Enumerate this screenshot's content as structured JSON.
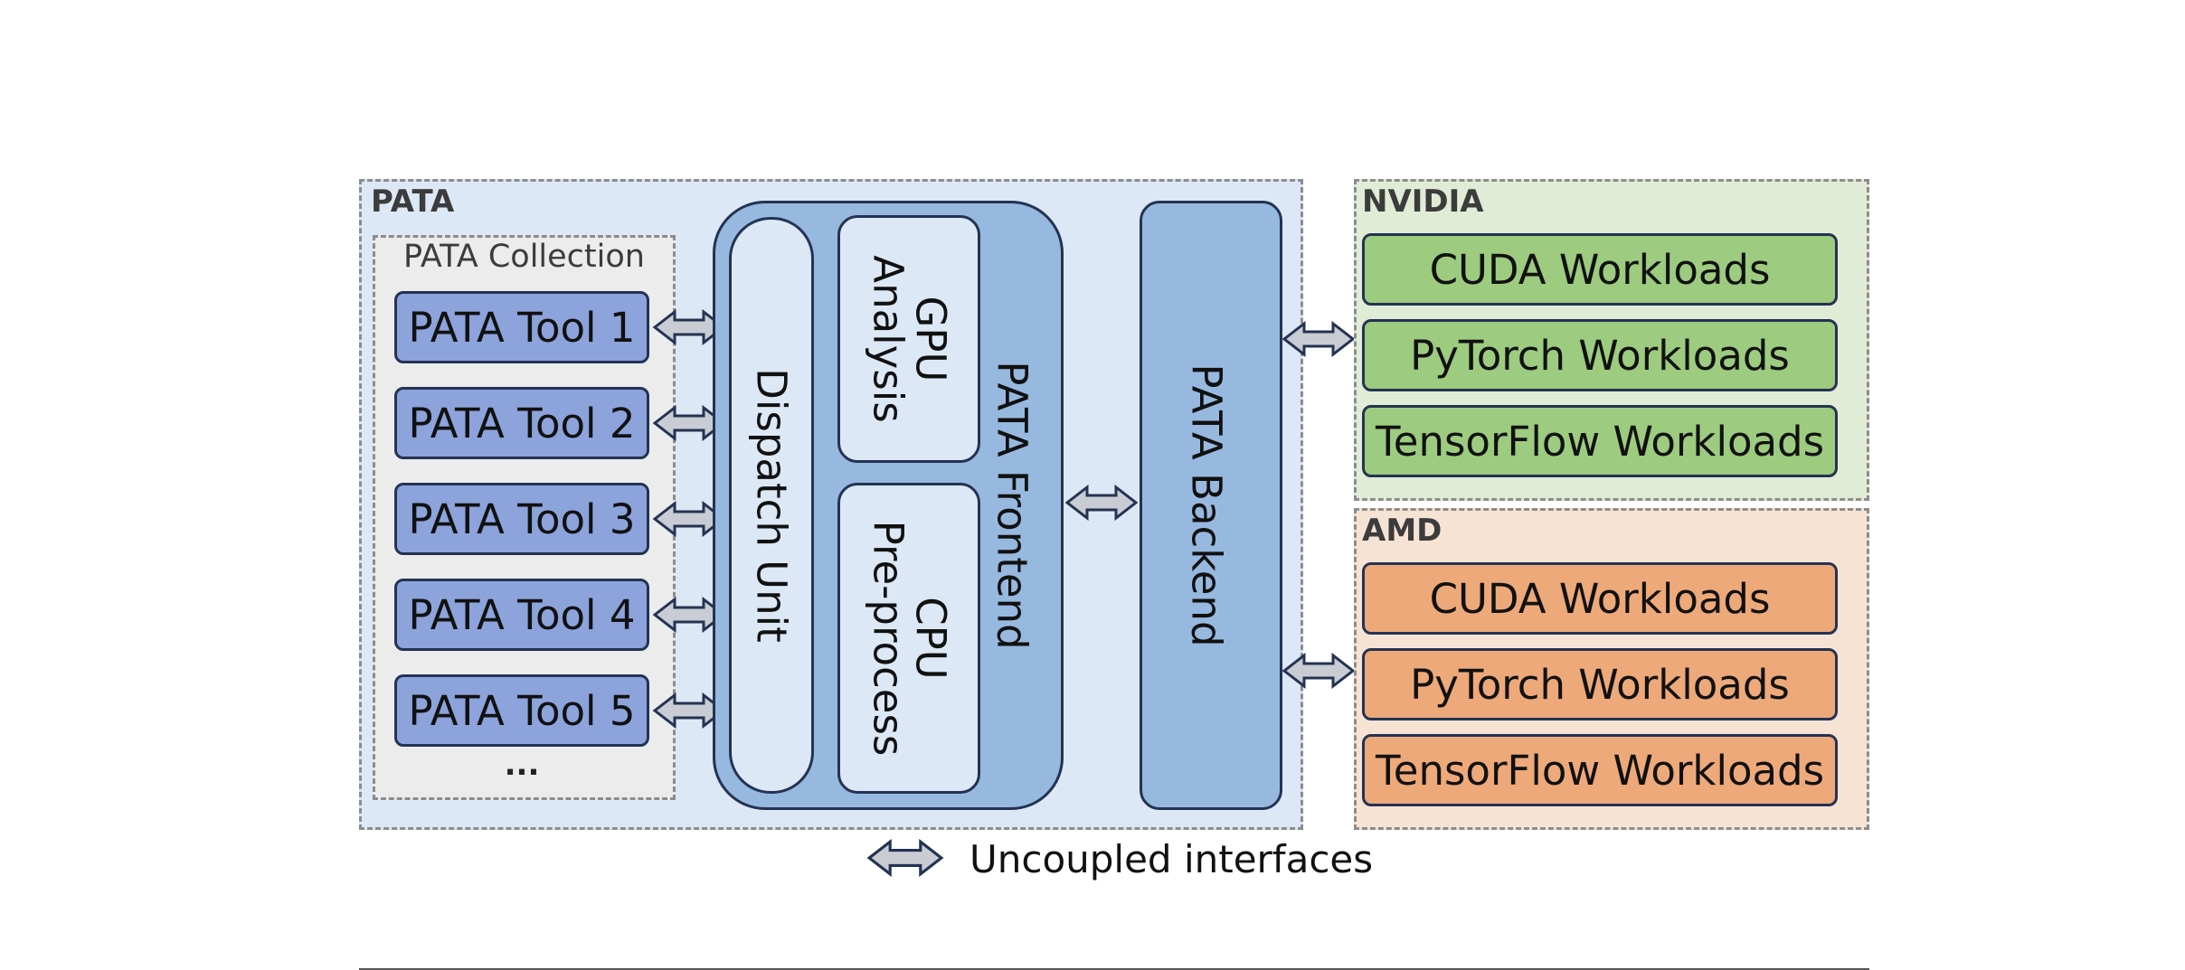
{
  "pata": {
    "label": "PATA",
    "collection": {
      "label": "PATA Collection",
      "tools": [
        "PATA Tool 1",
        "PATA Tool 2",
        "PATA Tool 3",
        "PATA Tool 4",
        "PATA Tool 5"
      ],
      "more": "..."
    },
    "frontend": {
      "label": "PATA Frontend",
      "dispatch_unit": "Dispatch Unit",
      "gpu_analysis": [
        "GPU",
        "Analysis"
      ],
      "cpu_preprocess": [
        "CPU",
        "Pre-process"
      ]
    },
    "backend": {
      "label": "PATA Backend"
    }
  },
  "nvidia": {
    "label": "NVIDIA",
    "workloads": [
      "CUDA Workloads",
      "PyTorch Workloads",
      "TensorFlow Workloads"
    ]
  },
  "amd": {
    "label": "AMD",
    "workloads": [
      "CUDA Workloads",
      "PyTorch Workloads",
      "TensorFlow Workloads"
    ]
  },
  "legend": {
    "label": "Uncoupled interfaces"
  },
  "colors": {
    "pata_bg": "#dce8f5",
    "collection_bg": "#ececec",
    "frontend_bg": "#97b9e0",
    "inner_bg": "#dce8f5",
    "tool_bg": "#8da3dc",
    "nvidia_bg": "#e1ecd6",
    "nvidia_box": "#9dcb7f",
    "amd_bg": "#f7e3d3",
    "amd_box": "#eea97a",
    "outline": "#243353",
    "arrow_fill": "#c9ccd2"
  }
}
